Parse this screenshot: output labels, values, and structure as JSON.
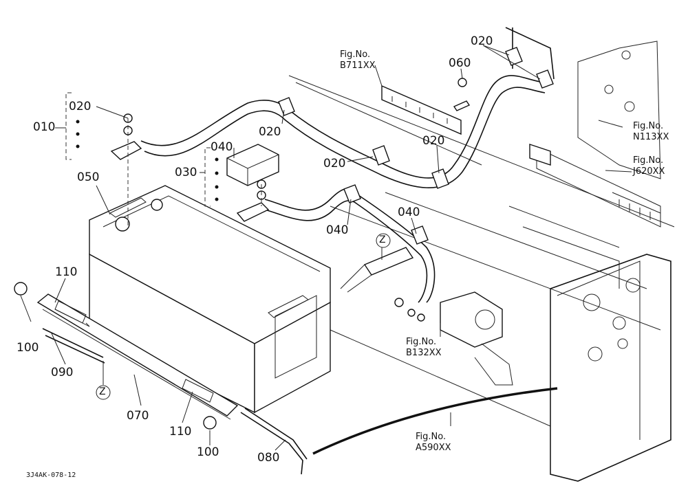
{
  "callouts": {
    "c010": "010",
    "c020_top": "020",
    "c020_a": "020",
    "c020_b": "020",
    "c020_c": "020",
    "c020_d": "020",
    "c030": "030",
    "c040_top": "040",
    "c040_a": "040",
    "c040_b": "040",
    "c050": "050",
    "c060": "060",
    "c070": "070",
    "c080": "080",
    "c090": "090",
    "c100_a": "100",
    "c100_b": "100",
    "c110_a": "110",
    "c110_b": "110",
    "z_a": "Z",
    "z_b": "Z"
  },
  "figure_refs": {
    "b711": {
      "line1": "Fig.No.",
      "line2": "B711XX"
    },
    "n113": {
      "line1": "Fig.No.",
      "line2": "N113XX"
    },
    "j620": {
      "line1": "Fig.No.",
      "line2": "J620XX"
    },
    "b132": {
      "line1": "Fig.No.",
      "line2": "B132XX"
    },
    "a590": {
      "line1": "Fig.No.",
      "line2": "A590XX"
    }
  },
  "drawing_code": "3J4AK-078-12"
}
